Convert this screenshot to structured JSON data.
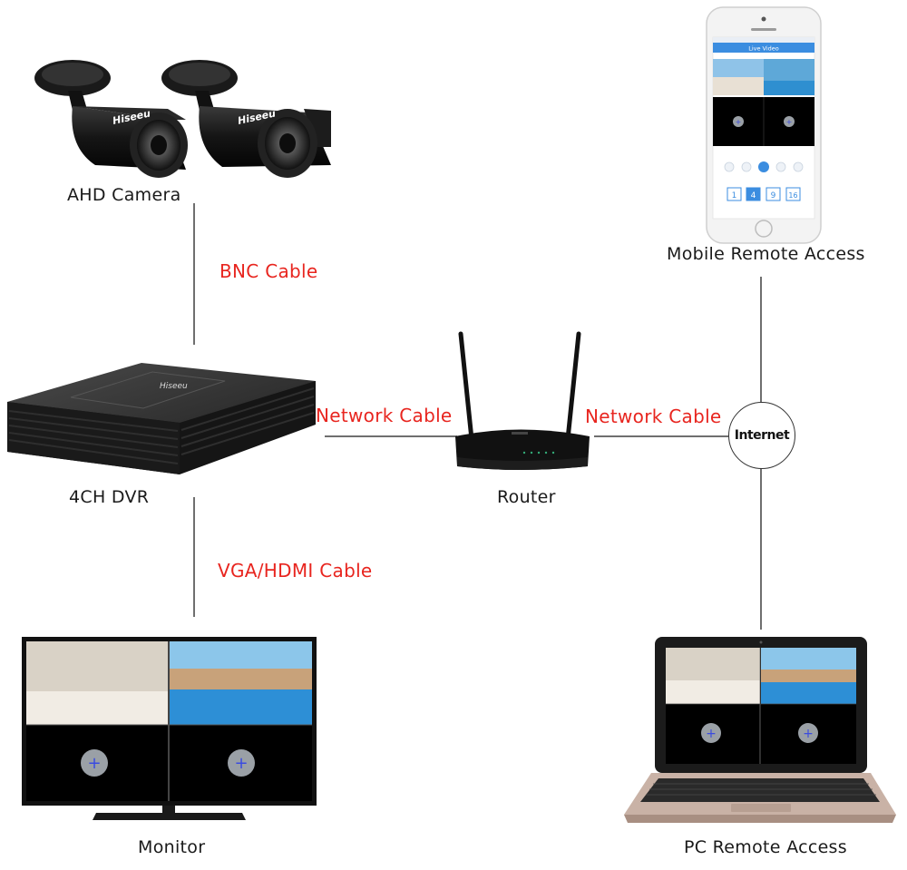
{
  "nodes": {
    "camera": "AHD Camera",
    "dvr": "4CH DVR",
    "router": "Router",
    "internet": "Internet",
    "mobile": "Mobile Remote Access",
    "pc": "PC Remote Access",
    "monitor": "Monitor"
  },
  "cables": {
    "camera_dvr": "BNC Cable",
    "dvr_router": "Network Cable",
    "router_internet": "Network Cable",
    "dvr_monitor": "VGA/HDMI Cable"
  },
  "brand": "Hiseeu",
  "phone": {
    "header_title": "Live Video",
    "grid_buttons": [
      "1",
      "4",
      "9",
      "16"
    ]
  },
  "colors": {
    "cable_label": "#e8251f",
    "connector_line": "#6f6f6f",
    "phone_header": "#3b8de0",
    "plus_button": "#9aa0a6"
  }
}
